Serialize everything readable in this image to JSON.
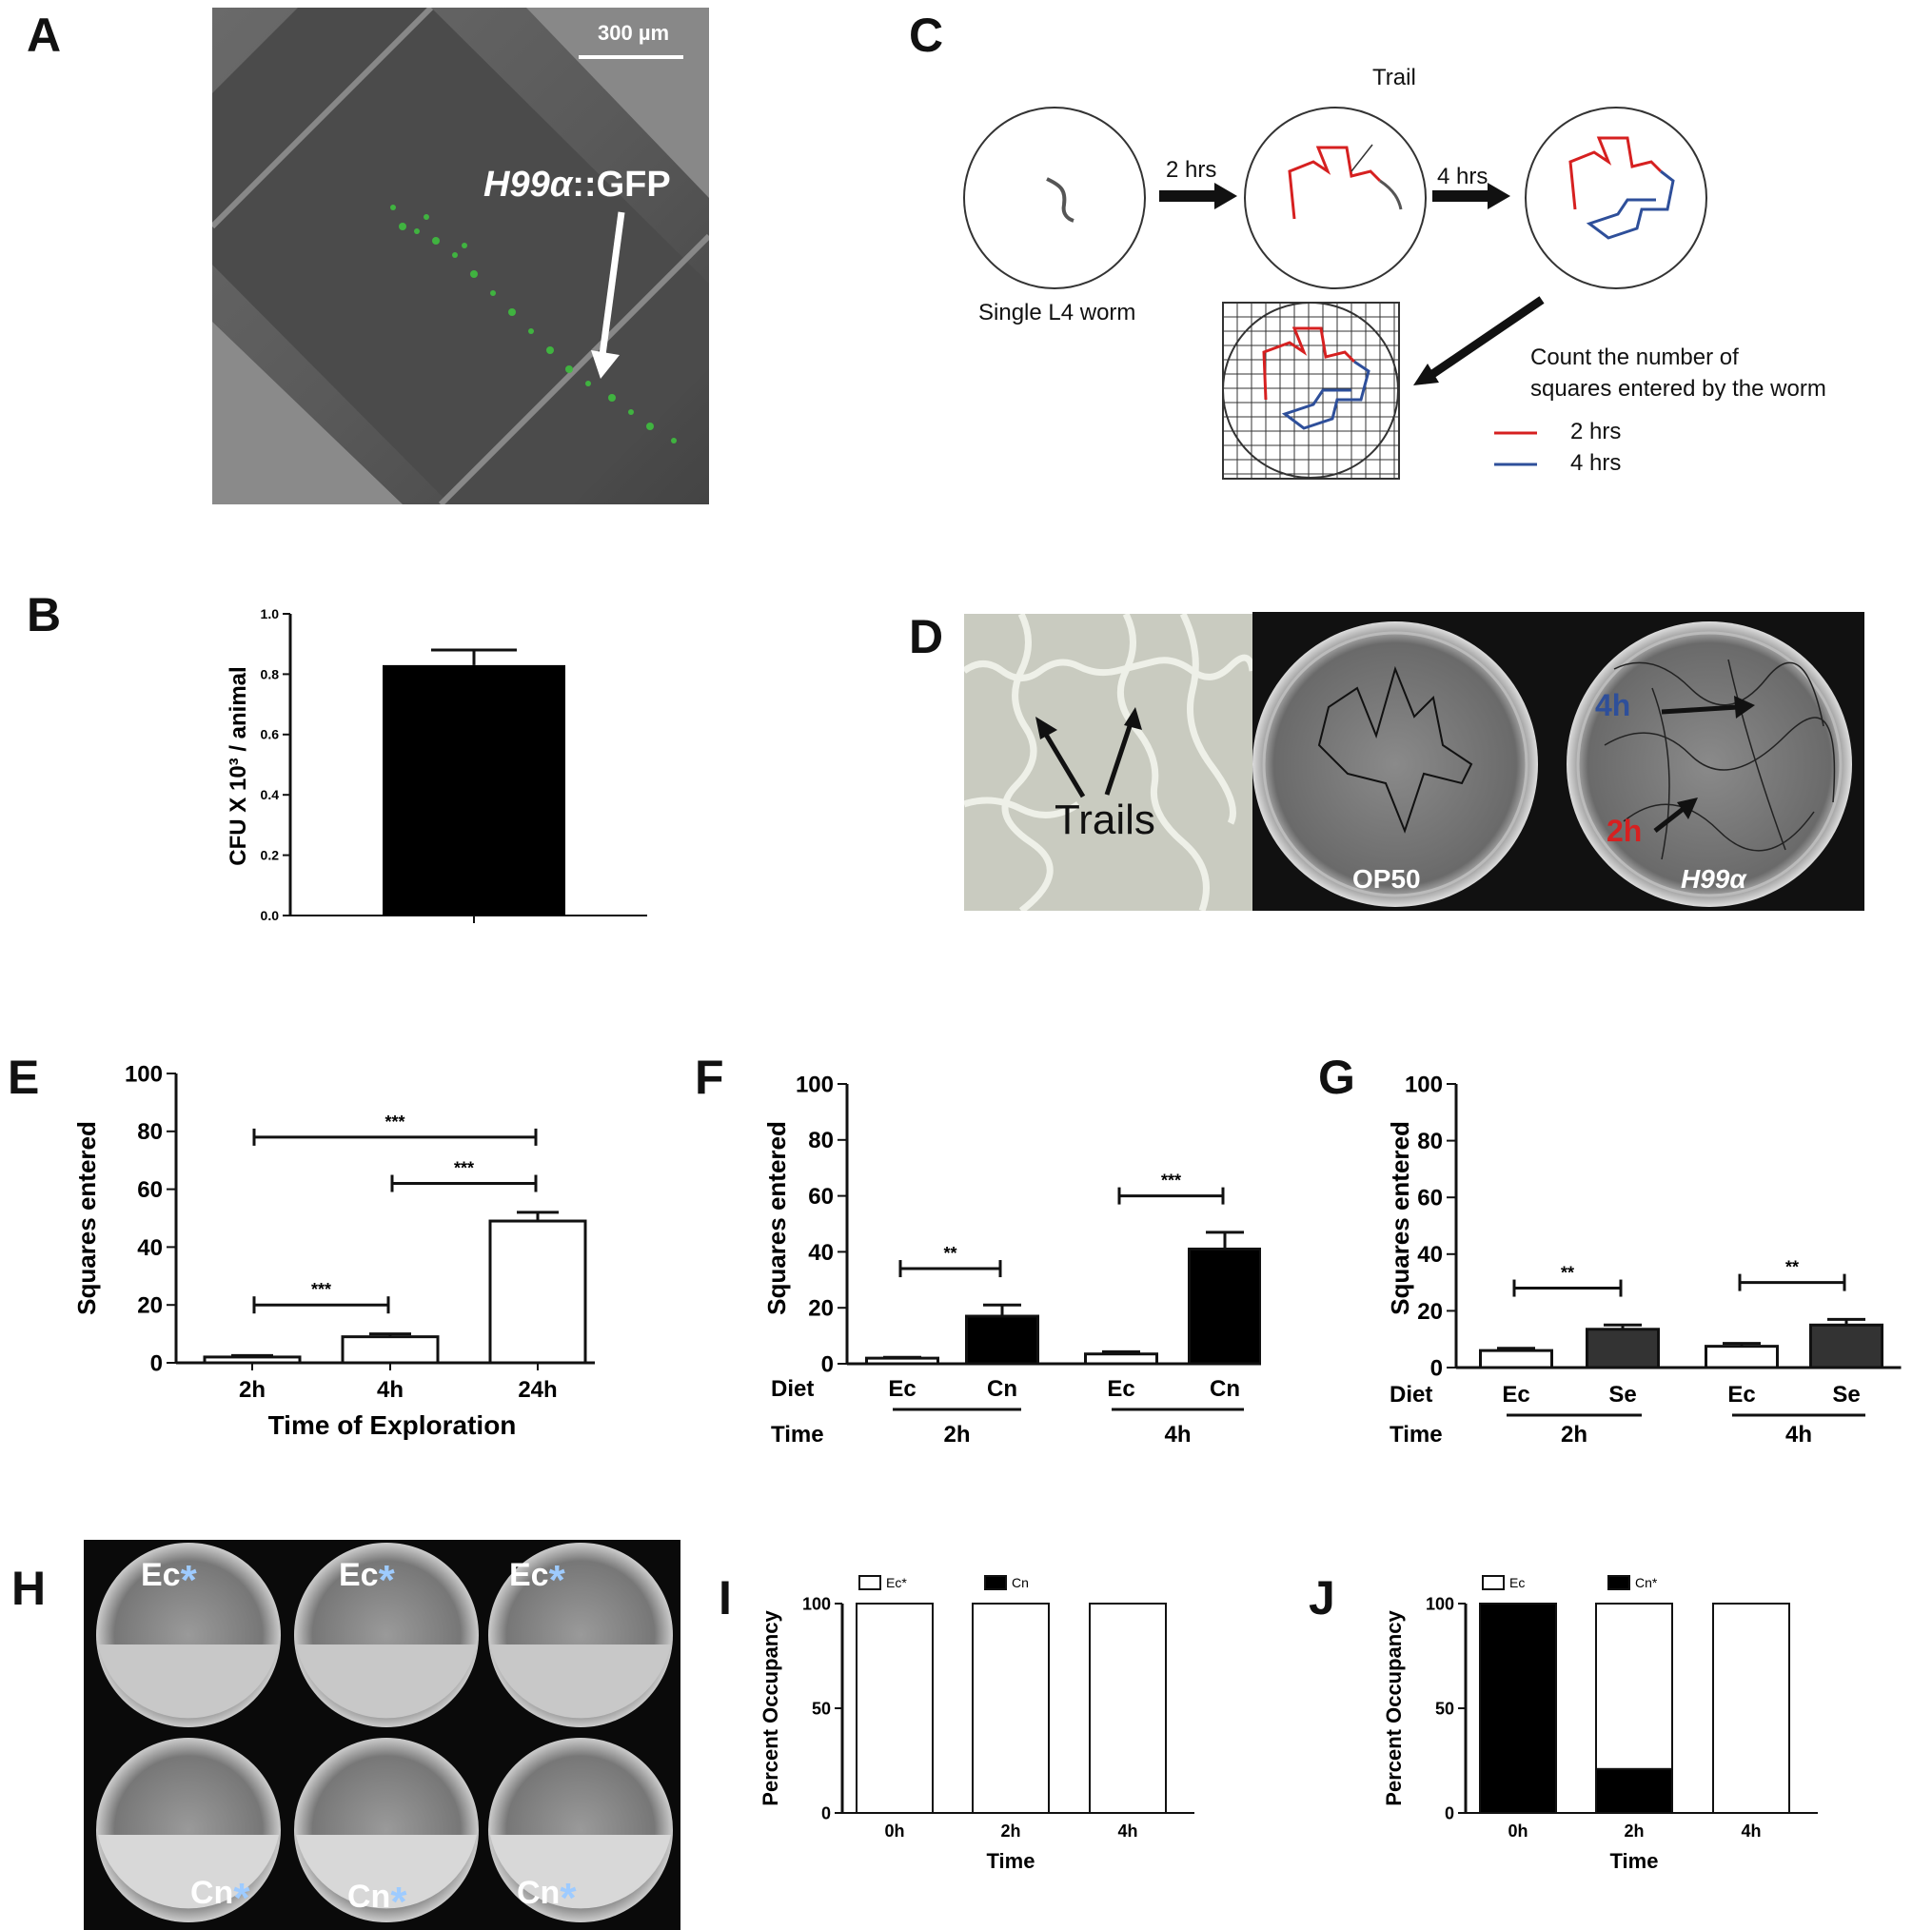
{
  "panels": {
    "A": "A",
    "B": "B",
    "C": "C",
    "D": "D",
    "E": "E",
    "F": "F",
    "G": "G",
    "H": "H",
    "I": "I",
    "J": "J"
  },
  "panel_a": {
    "scale_bar": "300 µm",
    "label_italic": "H99α",
    "label_suffix": "::GFP"
  },
  "panel_c": {
    "trail": "Trail",
    "arrow1": "2 hrs",
    "arrow2": "4 hrs",
    "single_worm": "Single L4 worm",
    "count_line1": "Count the number of",
    "count_line2": "squares entered by the worm",
    "legend_2h": "2 hrs",
    "legend_4h": "4 hrs",
    "colors": {
      "two_hrs": "#d62020",
      "four_hrs": "#2e4f9a"
    }
  },
  "panel_d": {
    "trails": "Trails",
    "op50": "OP50",
    "h99": "H99α",
    "four_h": "4h",
    "two_h": "2h"
  },
  "panel_h": {
    "ec": "Ec",
    "cn": "Cn",
    "star": "*"
  },
  "chart_data": [
    {
      "id": "B",
      "type": "bar",
      "ylabel": "CFU X 10³ / animal",
      "ylim": [
        0,
        1.0
      ],
      "yticks": [
        "0.0",
        "0.2",
        "0.4",
        "0.6",
        "0.8",
        "1.0"
      ],
      "values": [
        0.83
      ],
      "errors": [
        0.05
      ]
    },
    {
      "id": "E",
      "type": "bar",
      "ylabel": "Squares entered",
      "xlabel": "Time of Exploration",
      "ylim": [
        0,
        100
      ],
      "yticks": [
        "0",
        "20",
        "40",
        "60",
        "80",
        "100"
      ],
      "categories": [
        "2h",
        "4h",
        "24h"
      ],
      "values": [
        2,
        9,
        49
      ],
      "errors": [
        0.5,
        1,
        3
      ],
      "significance": [
        {
          "from": 0,
          "to": 1,
          "label": "***"
        },
        {
          "from": 1,
          "to": 2,
          "label": "***"
        },
        {
          "from": 0,
          "to": 2,
          "label": "***"
        }
      ]
    },
    {
      "id": "F",
      "type": "bar",
      "ylabel": "Squares entered",
      "ylim": [
        0,
        100
      ],
      "yticks": [
        "0",
        "20",
        "40",
        "60",
        "80",
        "100"
      ],
      "row1_label": "Diet",
      "row2_label": "Time",
      "categories": [
        "Ec",
        "Cn",
        "Ec",
        "Cn"
      ],
      "groups": [
        "2h",
        "4h"
      ],
      "values": [
        2,
        17,
        3.5,
        41
      ],
      "errors": [
        0.3,
        4,
        0.8,
        6
      ],
      "fills": [
        "#ffffff",
        "#000000",
        "#ffffff",
        "#000000"
      ],
      "significance": [
        {
          "from": 0,
          "to": 1,
          "label": "**"
        },
        {
          "from": 2,
          "to": 3,
          "label": "***"
        }
      ]
    },
    {
      "id": "G",
      "type": "bar",
      "ylabel": "Squares entered",
      "ylim": [
        0,
        100
      ],
      "yticks": [
        "0",
        "20",
        "40",
        "60",
        "80",
        "100"
      ],
      "row1_label": "Diet",
      "row2_label": "Time",
      "categories": [
        "Ec",
        "Se",
        "Ec",
        "Se"
      ],
      "groups": [
        "2h",
        "4h"
      ],
      "values": [
        6,
        13.5,
        7.5,
        15
      ],
      "errors": [
        0.8,
        1.5,
        1,
        2
      ],
      "fills": [
        "#ffffff",
        "#333333",
        "#ffffff",
        "#333333"
      ],
      "significance": [
        {
          "from": 0,
          "to": 1,
          "label": "**"
        },
        {
          "from": 2,
          "to": 3,
          "label": "**"
        }
      ]
    },
    {
      "id": "I",
      "type": "bar",
      "ylabel": "Percent Occupancy",
      "xlabel": "Time",
      "ylim": [
        0,
        100
      ],
      "yticks": [
        "0",
        "50",
        "100"
      ],
      "categories": [
        "0h",
        "2h",
        "4h"
      ],
      "series": [
        {
          "name": "Ec*",
          "values": [
            100,
            100,
            100
          ],
          "fill": "#ffffff"
        },
        {
          "name": "Cn",
          "values": [
            0,
            0,
            0
          ],
          "fill": "#000000"
        }
      ]
    },
    {
      "id": "J",
      "type": "bar",
      "ylabel": "Percent Occupancy",
      "xlabel": "Time",
      "ylim": [
        0,
        100
      ],
      "yticks": [
        "0",
        "50",
        "100"
      ],
      "categories": [
        "0h",
        "2h",
        "4h"
      ],
      "series": [
        {
          "name": "Ec",
          "values": [
            0,
            79,
            100
          ],
          "fill": "#ffffff"
        },
        {
          "name": "Cn*",
          "values": [
            100,
            21,
            0
          ],
          "fill": "#000000"
        }
      ]
    }
  ]
}
